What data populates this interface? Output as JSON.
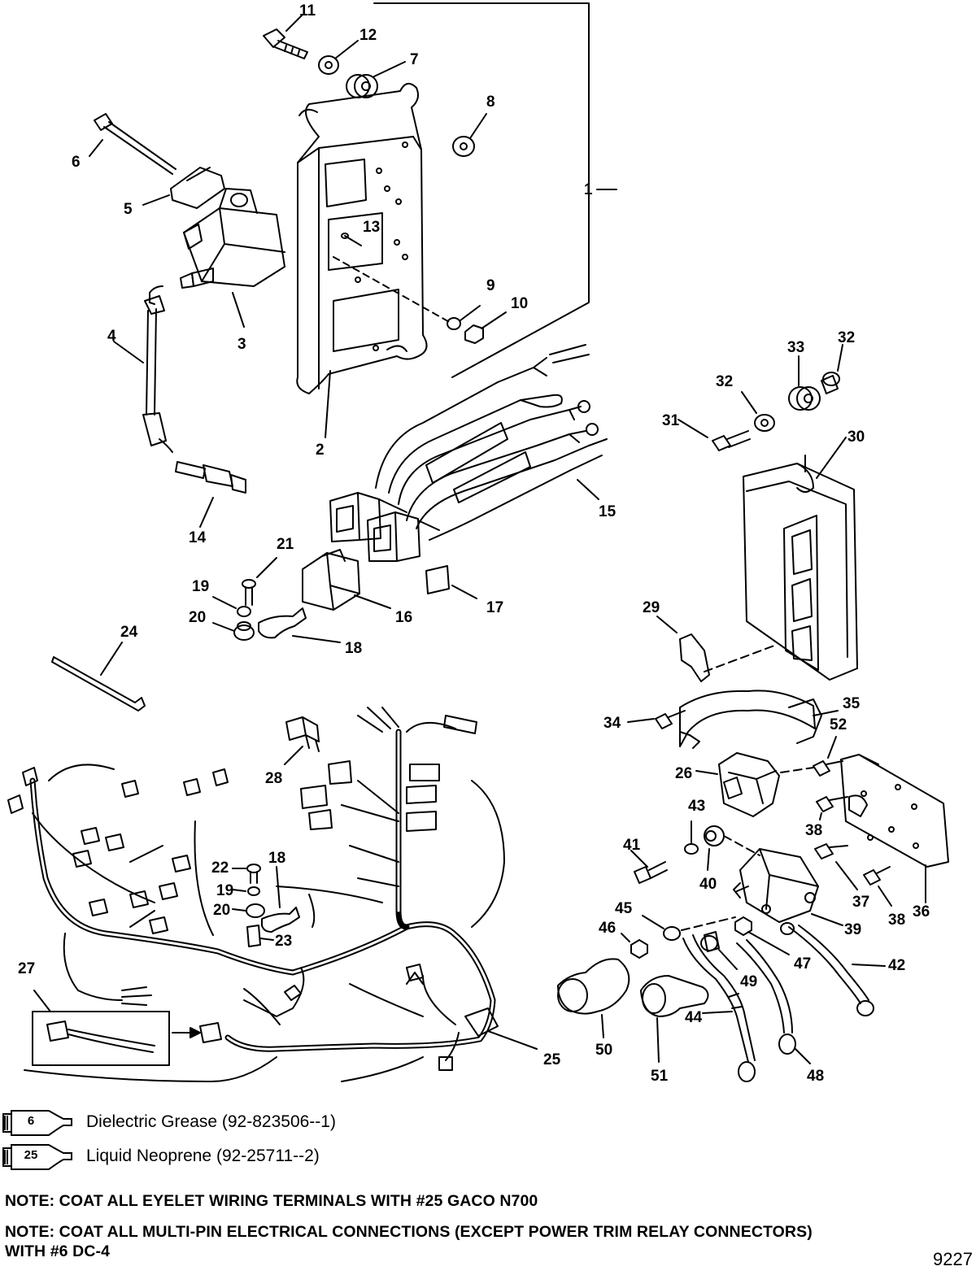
{
  "diagram": {
    "parts": [
      {
        "id": "1",
        "label": "1"
      },
      {
        "id": "2",
        "label": "2"
      },
      {
        "id": "3",
        "label": "3"
      },
      {
        "id": "4",
        "label": "4"
      },
      {
        "id": "5",
        "label": "5"
      },
      {
        "id": "6",
        "label": "6"
      },
      {
        "id": "7",
        "label": "7"
      },
      {
        "id": "8",
        "label": "8"
      },
      {
        "id": "9",
        "label": "9"
      },
      {
        "id": "10",
        "label": "10"
      },
      {
        "id": "11",
        "label": "11"
      },
      {
        "id": "12",
        "label": "12"
      },
      {
        "id": "13",
        "label": "13"
      },
      {
        "id": "14",
        "label": "14"
      },
      {
        "id": "15",
        "label": "15"
      },
      {
        "id": "16",
        "label": "16"
      },
      {
        "id": "17",
        "label": "17"
      },
      {
        "id": "18a",
        "label": "18"
      },
      {
        "id": "18b",
        "label": "18"
      },
      {
        "id": "19a",
        "label": "19"
      },
      {
        "id": "19b",
        "label": "19"
      },
      {
        "id": "20a",
        "label": "20"
      },
      {
        "id": "20b",
        "label": "20"
      },
      {
        "id": "21",
        "label": "21"
      },
      {
        "id": "22",
        "label": "22"
      },
      {
        "id": "23",
        "label": "23"
      },
      {
        "id": "24",
        "label": "24"
      },
      {
        "id": "25",
        "label": "25"
      },
      {
        "id": "26",
        "label": "26"
      },
      {
        "id": "27",
        "label": "27"
      },
      {
        "id": "28",
        "label": "28"
      },
      {
        "id": "29",
        "label": "29"
      },
      {
        "id": "30",
        "label": "30"
      },
      {
        "id": "31",
        "label": "31"
      },
      {
        "id": "32a",
        "label": "32"
      },
      {
        "id": "32b",
        "label": "32"
      },
      {
        "id": "33",
        "label": "33"
      },
      {
        "id": "34",
        "label": "34"
      },
      {
        "id": "35",
        "label": "35"
      },
      {
        "id": "36",
        "label": "36"
      },
      {
        "id": "37",
        "label": "37"
      },
      {
        "id": "38a",
        "label": "38"
      },
      {
        "id": "38b",
        "label": "38"
      },
      {
        "id": "39",
        "label": "39"
      },
      {
        "id": "40",
        "label": "40"
      },
      {
        "id": "41",
        "label": "41"
      },
      {
        "id": "42",
        "label": "42"
      },
      {
        "id": "43",
        "label": "43"
      },
      {
        "id": "44",
        "label": "44"
      },
      {
        "id": "45",
        "label": "45"
      },
      {
        "id": "46",
        "label": "46"
      },
      {
        "id": "47",
        "label": "47"
      },
      {
        "id": "48",
        "label": "48"
      },
      {
        "id": "49",
        "label": "49"
      },
      {
        "id": "50",
        "label": "50"
      },
      {
        "id": "51",
        "label": "51"
      },
      {
        "id": "52",
        "label": "52"
      }
    ]
  },
  "legend": [
    {
      "tube_number": "6",
      "text": "Dielectric Grease (92-823506--1)"
    },
    {
      "tube_number": "25",
      "text": "Liquid Neoprene (92-25711--2)"
    }
  ],
  "notes": [
    "NOTE: COAT ALL EYELET WIRING TERMINALS WITH #25 GACO N700",
    "NOTE: COAT ALL MULTI-PIN ELECTRICAL CONNECTIONS (EXCEPT POWER TRIM RELAY CONNECTORS)",
    "WITH #6 DC-4"
  ],
  "figure_number": "9227"
}
